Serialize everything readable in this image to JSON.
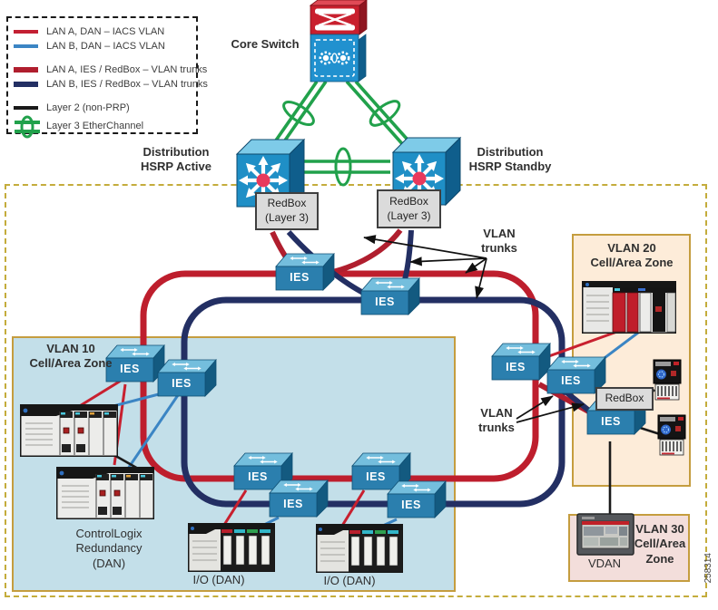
{
  "legend": {
    "items": [
      {
        "label": "LAN A, DAN – IACS VLAN",
        "color": "#c32033",
        "style": "thin-line"
      },
      {
        "label": "LAN B, DAN – IACS VLAN",
        "color": "#3b85c4",
        "style": "thin-line"
      },
      {
        "label": "LAN A, IES / RedBox – VLAN trunks",
        "color": "#b01e2e",
        "style": "thick-line"
      },
      {
        "label": "LAN B, IES / RedBox – VLAN trunks",
        "color": "#232f63",
        "style": "thick-line"
      },
      {
        "label": "Layer 2 (non-PRP)",
        "color": "#1a1a1a",
        "style": "thin-line"
      },
      {
        "label": "Layer 3 EtherChannel",
        "color": "#21a14b",
        "style": "etherchannel-glyph"
      }
    ]
  },
  "core": {
    "label": "Core Switch"
  },
  "distribution": {
    "active": [
      "Distribution",
      "HSRP Active"
    ],
    "standby": [
      "Distribution",
      "HSRP Standby"
    ]
  },
  "redbox_layer3": [
    "RedBox",
    "(Layer 3)"
  ],
  "redbox": "RedBox",
  "vlan_trunks": [
    "VLAN",
    "trunks"
  ],
  "ies_label": "IES",
  "zones": {
    "vlan10": [
      "VLAN 10",
      "Cell/Area Zone"
    ],
    "vlan20": [
      "VLAN 20",
      "Cell/Area Zone"
    ],
    "vlan30": [
      "VLAN 30",
      "Cell/Area",
      "Zone"
    ]
  },
  "devices": {
    "controllogix": [
      "ControlLogix",
      "Redundancy",
      "(DAN)"
    ],
    "io_dan": "I/O (DAN)",
    "vdan": "VDAN"
  },
  "figure_number": "258314",
  "colors": {
    "lan_a_ring": "#be1e2d",
    "lan_b_ring": "#232f63",
    "lan_a_dan": "#c8202f",
    "lan_b_dan": "#3b85c4",
    "layer2": "#1a1a1a",
    "etherchannel_green": "#21a14b",
    "zone10_fill": "#c3dfe9",
    "zone20_fill": "#fdecd9",
    "zone30_fill": "#f3dedb",
    "zone_border": "#c59d3f",
    "switch_blue": "#1f8fc6",
    "core_red": "#c9202e"
  }
}
